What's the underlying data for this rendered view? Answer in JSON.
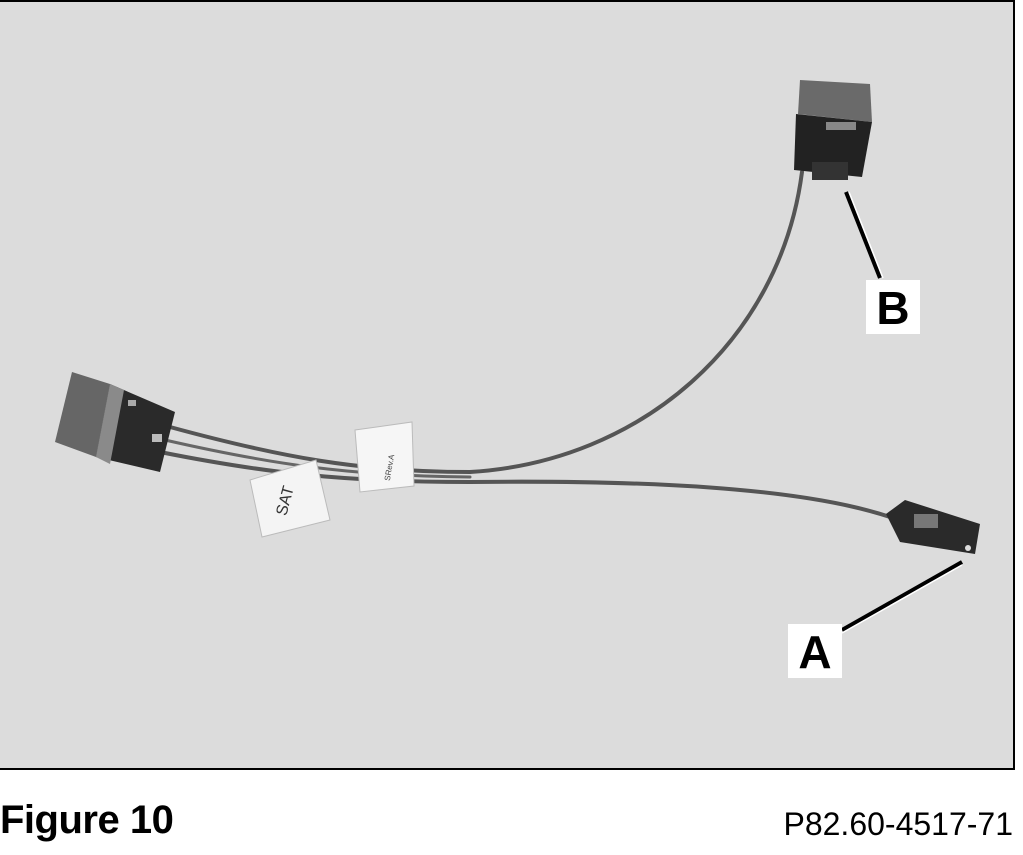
{
  "figure": {
    "callout_a": "A",
    "callout_b": "B",
    "cable_tag_1": "SAT",
    "cable_tag_2": "SRev.A"
  },
  "caption": {
    "title": "Figure 10",
    "reference": "P82.60-4517-71"
  },
  "colors": {
    "background": "#dcdcdc",
    "frame": "#000000",
    "connector": "#3a3a3a",
    "cable": "#555555"
  }
}
